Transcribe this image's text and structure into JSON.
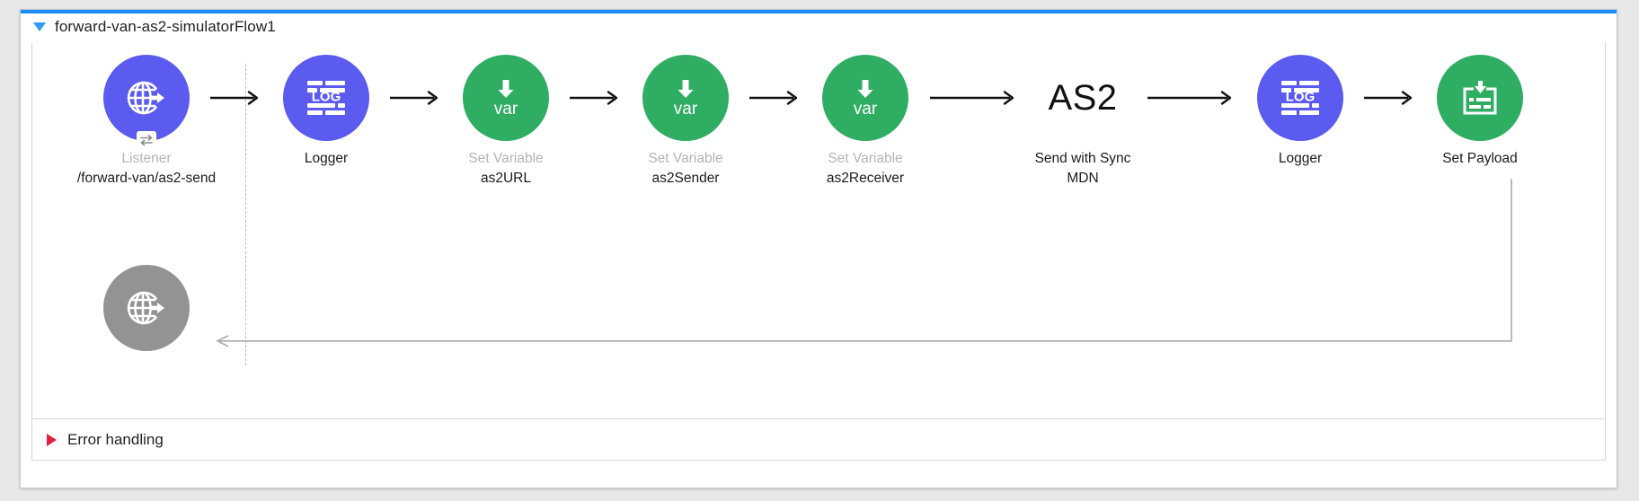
{
  "colors": {
    "accent_top_bar": "#1a8cff",
    "node_purple": "#5b5bf0",
    "node_green": "#2fad63",
    "node_gray": "#939393",
    "disclosure_open": "#2f9bf5",
    "disclosure_closed": "#e0213c",
    "label_muted": "#b4b4b4",
    "label_dark": "#1b1b1b",
    "canvas_background": "#ffffff",
    "page_background": "#e8e8e8"
  },
  "flow": {
    "title": "forward-van-as2-simulatorFlow1",
    "disclosure_icon": "triangle-down-icon",
    "expanded": true
  },
  "nodes": [
    {
      "id": "listener",
      "icon": "globe-arrow-icon",
      "badge_icon": "exchange-arrows-icon",
      "shape": "circle",
      "color": "#5b5bf0",
      "type_label": "Listener",
      "type_label_muted": true,
      "name_label": "/forward-van/as2-send"
    },
    {
      "id": "logger-1",
      "icon": "log-document-icon",
      "shape": "circle",
      "color": "#5b5bf0",
      "type_label": "Logger",
      "type_label_muted": false,
      "name_label": ""
    },
    {
      "id": "set-variable-as2url",
      "icon": "var-down-arrow-icon",
      "shape": "circle",
      "color": "#2fad63",
      "type_label": "Set Variable",
      "type_label_muted": true,
      "name_label": "as2URL"
    },
    {
      "id": "set-variable-as2sender",
      "icon": "var-down-arrow-icon",
      "shape": "circle",
      "color": "#2fad63",
      "type_label": "Set Variable",
      "type_label_muted": true,
      "name_label": "as2Sender"
    },
    {
      "id": "set-variable-as2receiver",
      "icon": "var-down-arrow-icon",
      "shape": "circle",
      "color": "#2fad63",
      "type_label": "Set Variable",
      "type_label_muted": true,
      "name_label": "as2Receiver"
    },
    {
      "id": "as2-send",
      "icon": "as2-text-icon",
      "shape": "text",
      "glyph_text": "AS2",
      "type_label": "Send with Sync",
      "type_label_muted": false,
      "name_label": "MDN"
    },
    {
      "id": "logger-2",
      "icon": "log-document-icon",
      "shape": "circle",
      "color": "#5b5bf0",
      "type_label": "Logger",
      "type_label_muted": false,
      "name_label": ""
    },
    {
      "id": "set-payload",
      "icon": "payload-inbox-icon",
      "shape": "circle",
      "color": "#2fad63",
      "type_label": "Set Payload",
      "type_label_muted": false,
      "name_label": ""
    }
  ],
  "response_node": {
    "id": "listener-response",
    "icon": "globe-arrow-icon",
    "shape": "circle",
    "color": "#939393",
    "type_label": "",
    "name_label": ""
  },
  "error_handling": {
    "label": "Error handling",
    "disclosure_icon": "triangle-right-icon",
    "expanded": false
  },
  "icons": {
    "arrow_right": "arrow-right-icon",
    "arrow_left": "arrow-left-icon"
  }
}
